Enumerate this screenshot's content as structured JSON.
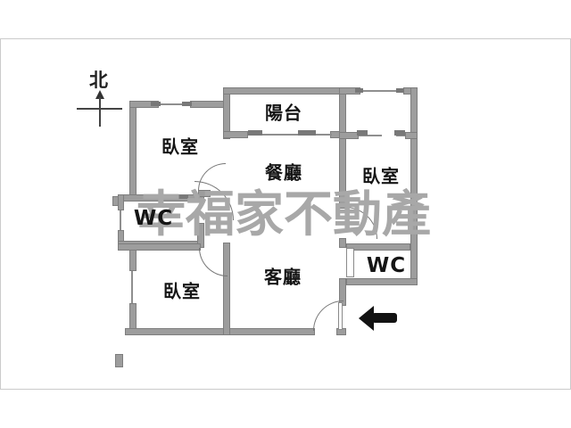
{
  "compass": {
    "label": "北"
  },
  "watermark": {
    "text": "幸福家不動產"
  },
  "rooms": {
    "bedroom_top_left": {
      "label": "臥室"
    },
    "balcony": {
      "label": "陽台"
    },
    "dining": {
      "label": "餐廳"
    },
    "bedroom_right": {
      "label": "臥室"
    },
    "wc_left": {
      "label": "WC"
    },
    "bedroom_bottom_left": {
      "label": "臥室"
    },
    "living": {
      "label": "客廳"
    },
    "wc_right": {
      "label": "WC"
    }
  },
  "entrance": {
    "icon": "left-arrow"
  },
  "colors": {
    "wall": "#9d9d9d",
    "wall-border": "#7e7e7e",
    "line": "#777777",
    "window": "#8f8f8f",
    "tab": "#787878",
    "watermark": "#a8a8a8",
    "label": "#151515",
    "arrow": "#121212",
    "frame-border": "#cbcbcb"
  }
}
